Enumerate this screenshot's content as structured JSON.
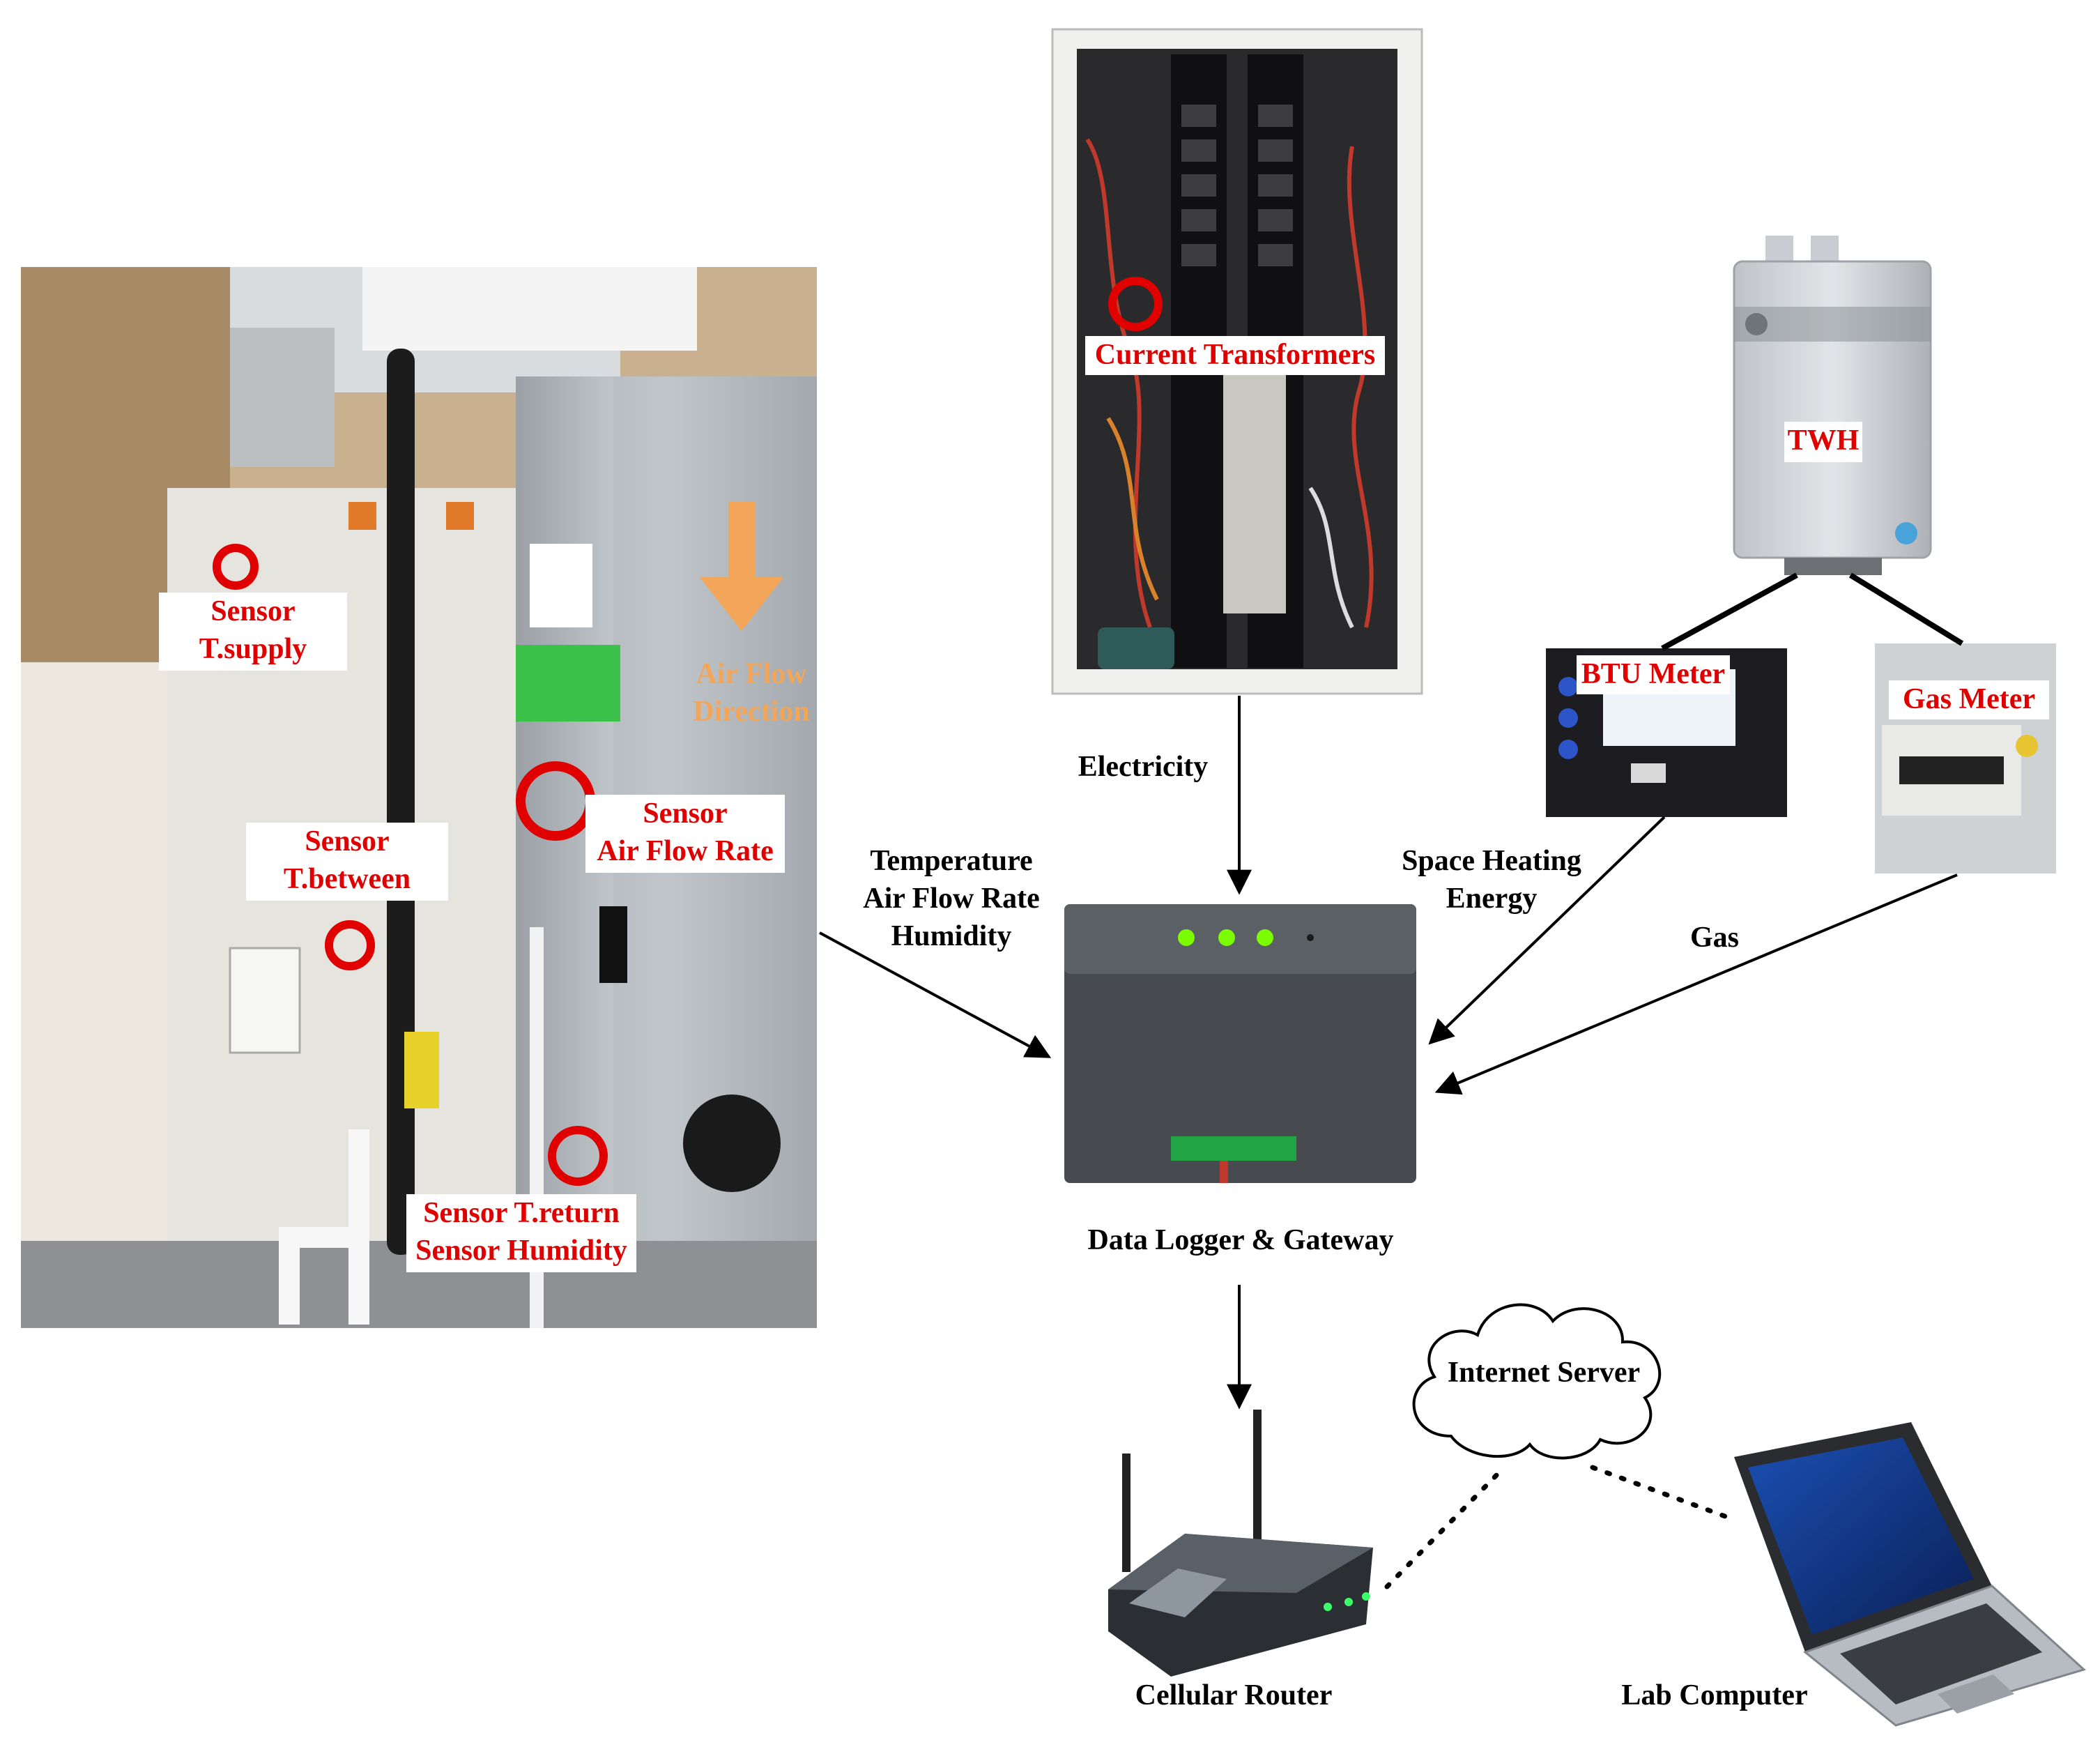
{
  "colors": {
    "sensor_label": "#e00000",
    "sensor_ring": "#e00000",
    "airflow_arrow": "#f3a65a",
    "connector": "#000000",
    "logger_led": "#7CFC00"
  },
  "photo_labels": {
    "t_supply": "Sensor\nT.supply",
    "t_between": "Sensor\nT.between",
    "air_flow_rate": "Sensor\nAir Flow Rate",
    "t_return_humidity": "Sensor T.return\nSensor Humidity",
    "air_flow_direction": "Air Flow\nDirection",
    "current_transformers": "Current Transformers",
    "twh": "TWH",
    "btu_meter": "BTU Meter",
    "gas_meter": "Gas Meter"
  },
  "flow_labels": {
    "electricity": "Electricity",
    "temp_air_humidity": "Temperature\nAir Flow Rate\nHumidity",
    "space_heating": "Space Heating\nEnergy",
    "gas": "Gas"
  },
  "devices": {
    "data_logger": "Data Logger & Gateway",
    "internet_server": "Internet Server",
    "cellular_router": "Cellular Router",
    "lab_computer": "Lab Computer"
  },
  "icons": {
    "airflow_arrow": "down-arrow-icon",
    "cloud": "cloud-icon",
    "router": "wifi-router-icon",
    "laptop": "laptop-icon"
  }
}
